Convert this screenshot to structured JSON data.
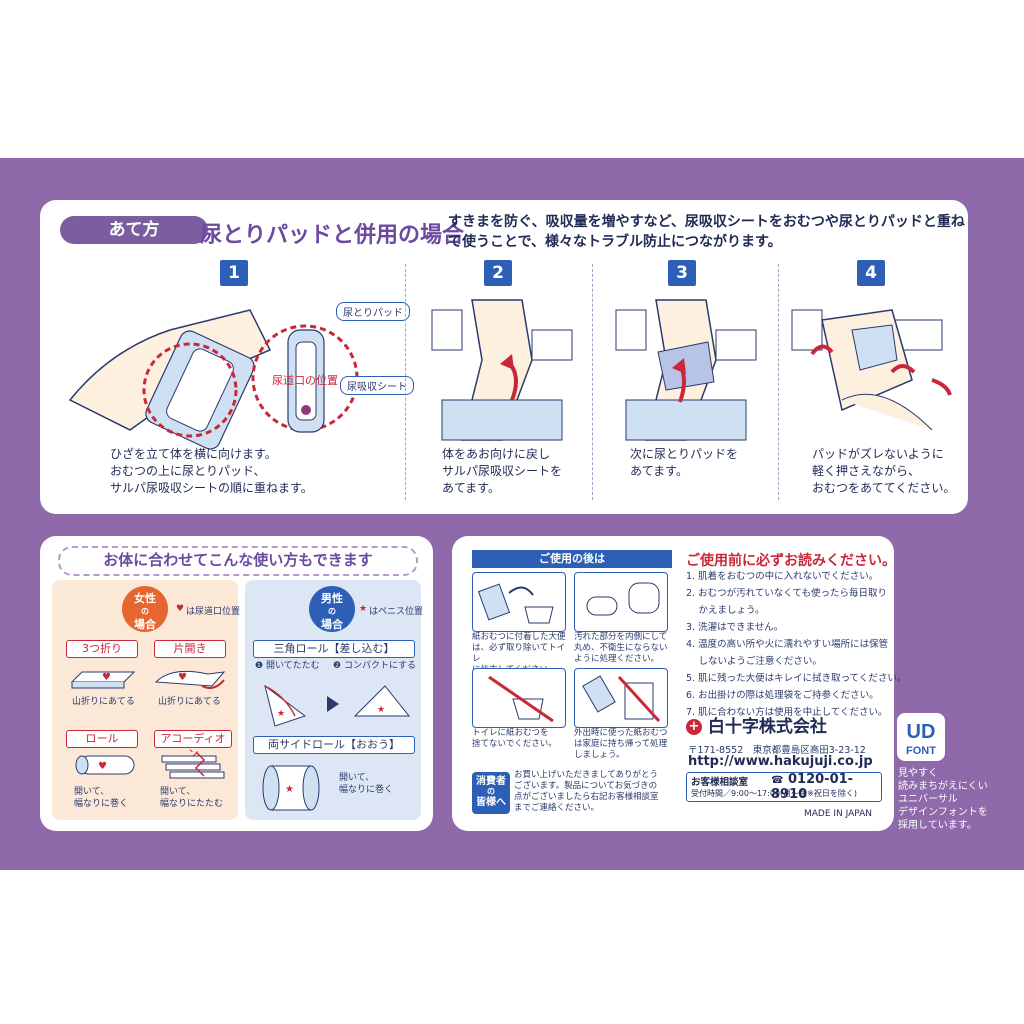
{
  "top": {
    "tag": "あて方",
    "heading": "尿とりパッドと併用の場合",
    "intro": "すきまを防ぐ、吸収量を増やすなど、尿吸収シートをおむつや尿とりパッドと重ねて使うことで、様々なトラブル防止につながります。",
    "labels": {
      "pad": "尿とりパッド",
      "urethra": "尿道口の位置",
      "sheet": "尿吸収シート"
    },
    "steps": [
      {
        "num": "1",
        "caption_lines": [
          "ひざを立て体を横に向けます。",
          "おむつの上に尿とりパッド、",
          "サルパ尿吸収シートの順に重ねます。"
        ]
      },
      {
        "num": "2",
        "caption_lines": [
          "体をあお向けに戻し",
          "サルパ尿吸収シートを",
          "あてます。"
        ]
      },
      {
        "num": "3",
        "caption_lines": [
          "次に尿とりパッドを",
          "あてます。"
        ]
      },
      {
        "num": "4",
        "caption_lines": [
          "パッドがズレないように",
          "軽く押さえながら、",
          "おむつをあててください。"
        ]
      }
    ]
  },
  "usage": {
    "title": "お体に合わせてこんな使い方もできます",
    "women": {
      "badge_top": "女性",
      "badge_mid": "の",
      "badge_bottom": "場合",
      "note": "は尿道口位置",
      "items": [
        {
          "label": "3つ折り",
          "caption": "山折りにあてる"
        },
        {
          "label": "片開き",
          "caption": "山折りにあてる"
        },
        {
          "label": "ロール",
          "caption_lines": [
            "開いて、",
            "幅なりに巻く"
          ]
        },
        {
          "label": "アコーディオン",
          "caption_lines": [
            "開いて、",
            "幅なりにたたむ"
          ]
        }
      ]
    },
    "men": {
      "badge_top": "男性",
      "badge_mid": "の",
      "badge_bottom": "場合",
      "note": "はペニス位置",
      "triangle_label": "三角ロール【差し込む】",
      "step1": "開いてたたむ",
      "step2": "コンパクトにする",
      "side_label": "両サイドロール【おおう】",
      "side_caption_lines": [
        "開いて、",
        "幅なりに巻く"
      ]
    }
  },
  "info": {
    "after_use_title": "ご使用の後は",
    "after_use": [
      [
        "紙おむつに付着した大便",
        "は、必ず取り除いてトイレ",
        "に処末してください。"
      ],
      [
        "汚れた部分を内側にして",
        "丸め、不衛生にならない",
        "ように処理ください。"
      ],
      [
        "トイレに紙おむつを",
        "捨てないでください。"
      ],
      [
        "外出時に使った紙おむつ",
        "は家庭に持ち帰って処理",
        "しましょう。"
      ]
    ],
    "consumer_badge": [
      "消費者",
      "の",
      "皆様へ"
    ],
    "consumer_text": [
      "お買い上げいただきましてありがとう",
      "ございます。製品についてお気づきの",
      "点がございましたら右記お客様相談室",
      "までご連絡ください。"
    ],
    "warning_title": "ご使用前に必ずお読みください。",
    "warnings": [
      "1. 肌着をおむつの中に入れないでください。",
      "2. おむつが汚れていなくても使ったら毎日取り",
      "　 かえましょう。",
      "3. 洗濯はできません。",
      "4. 温度の高い所や火に濡れやすい場所には保管",
      "　 しないようご注意ください。",
      "5. 肌に残った大便はキレイに拭き取ってください。",
      "6. お出掛けの際は処理袋をご持参ください。",
      "7. 肌に合わない方は使用を中止してください。"
    ],
    "company": "白十字株式会社",
    "address": "〒171-8552　東京都豊島区高田3-23-12",
    "url": "http://www.hakujuji.co.jp",
    "consult_label": "お客様相談室",
    "phone": "0120-01-8910",
    "hours": "受付時間／9:00〜17:00(月〜金※祝日を除く)",
    "made_in": "MADE IN JAPAN"
  },
  "udfont": {
    "line1": "UD",
    "line2": "FONT",
    "desc": [
      "見やすく",
      "読みまちがえにくい",
      "ユニバーサル",
      "デザインフォントを",
      "採用しています。"
    ]
  },
  "colors": {
    "purple_bg": "#8e6aaa",
    "accent_blue": "#2c5fb5",
    "accent_red": "#c8283a",
    "women_bg": "#fbe8d7",
    "men_bg": "#dde6f4"
  }
}
